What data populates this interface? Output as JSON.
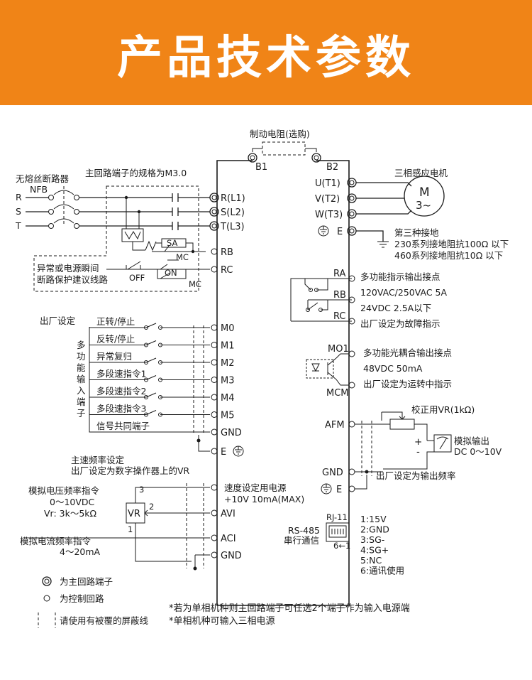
{
  "header": {
    "title": "产品技术参数"
  },
  "diagram": {
    "brake_resistor": "制动电阻(选购)",
    "b1": "B1",
    "b2": "B2",
    "no_fuse_breaker": "无熔丝断路器",
    "main_terminal_spec": "主回路端子的规格为M3.0",
    "nfb": "NFB",
    "phase_r": "R",
    "phase_s": "S",
    "phase_t": "T",
    "terminal_rl1": "R(L1)",
    "terminal_sl2": "S(L2)",
    "terminal_tl3": "T(L3)",
    "terminal_rb": "RB",
    "terminal_rc": "RC",
    "sa": "SA",
    "mc": "MC",
    "off": "OFF",
    "on": "ON",
    "protect_line1": "异常或电源瞬间",
    "protect_line2": "断路保护建议线路",
    "motor_title": "三相感应电机",
    "motor_m": "M",
    "motor_phase": "3~",
    "terminal_ut1": "U(T1)",
    "terminal_vt2": "V(T2)",
    "terminal_wt3": "W(T3)",
    "terminal_e": "E",
    "ground_title": "第三种接地",
    "ground_230": "230系列接地阻抗100Ω 以下",
    "ground_460": "460系列接地阻抗10Ω 以下",
    "factory_setting": "出厂设定",
    "multi_input_label": [
      "多",
      "功",
      "能",
      "输",
      "入",
      "端",
      "子"
    ],
    "inputs": [
      {
        "label": "正转/停止",
        "terminal": "M0"
      },
      {
        "label": "反转/停止",
        "terminal": "M1"
      },
      {
        "label": "异常复归",
        "terminal": "M2"
      },
      {
        "label": "多段速指令1",
        "terminal": "M3"
      },
      {
        "label": "多段速指令2",
        "terminal": "M4"
      },
      {
        "label": "多段速指令3",
        "terminal": "M5"
      }
    ],
    "signal_common": "信号共同端子",
    "terminal_gnd": "GND",
    "relay_ra": "RA",
    "relay_rb": "RB",
    "relay_rc": "RC",
    "relay_desc1": "多功能指示输出接点",
    "relay_desc2": "120VAC/250VAC  5A",
    "relay_desc3": "24VDC  2.5A以下",
    "relay_desc4": "出厂设定为故障指示",
    "mo1": "MO1",
    "mcm": "MCM",
    "photo_desc1": "多功能光耦合输出接点",
    "photo_desc2": "48VDC 50mA",
    "photo_desc3": "出厂设定为运转中指示",
    "afm": "AFM",
    "calib_vr": "校正用VR(1kΩ)",
    "analog_out1": "模拟输出",
    "analog_out2": "DC 0～10V",
    "plus": "+",
    "minus": "-",
    "afm_factory": "出厂设定为输出频率",
    "main_freq1": "主速频率设定",
    "main_freq2": "出厂设定为数字操作器上的VR",
    "speed_supply1": "速度设定用电源",
    "speed_supply2": "+10V 10mA(MAX)",
    "analog_v1": "模拟电压频率指令",
    "analog_v2": "0～10VDC",
    "analog_v3": "Vr:  3k～5kΩ",
    "vr": "VR",
    "pin3": "3",
    "pin2": "2",
    "pin1": "1",
    "terminal_avi": "AVI",
    "terminal_aci": "ACI",
    "analog_i1": "模拟电流频率指令",
    "analog_i2": "4～20mA",
    "rj11": "RJ-11",
    "rs485": "RS-485",
    "serial": "串行通信",
    "rj_pins": "6←1",
    "pinout": [
      "1:15V",
      "2:GND",
      "3:SG-",
      "4:SG+",
      "5:NC",
      "6:通讯使用"
    ],
    "legend_main": "为主回路端子",
    "legend_ctrl": "为控制回路",
    "legend_shield": "请使用有被覆的屏蔽线",
    "note1": "*若为单相机种则主回路端子可任选2个端子作为输入电源端",
    "note2": "*单相机种可输入三相电源"
  }
}
